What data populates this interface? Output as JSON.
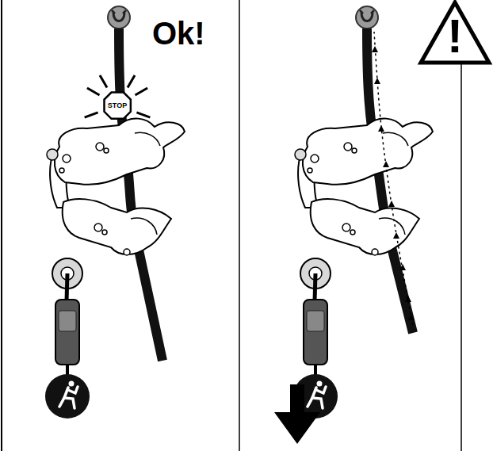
{
  "diagram": {
    "nodes": [
      {
        "text": [
          "STOP"
        ]
      },
      {
        "text": [
          "!"
        ]
      }
    ],
    "labels": [
      "Ok!"
    ]
  }
}
